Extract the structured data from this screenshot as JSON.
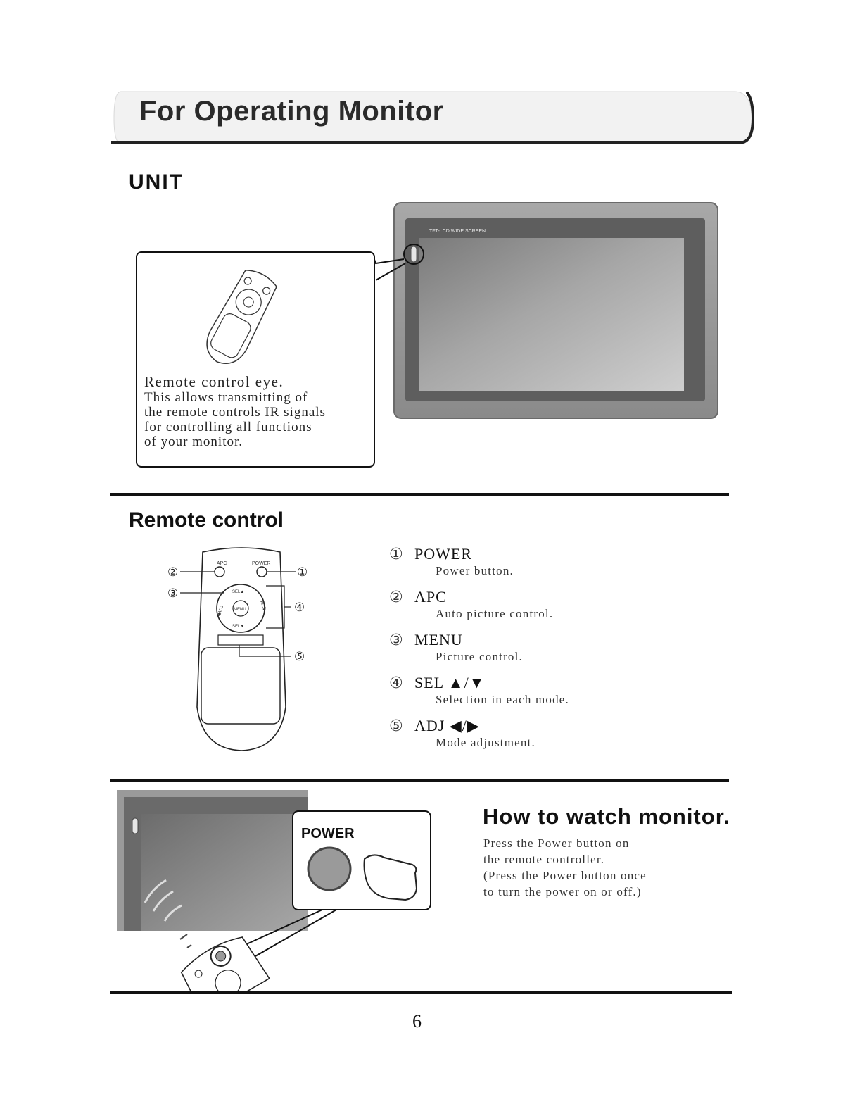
{
  "header": {
    "title": "For Operating Monitor"
  },
  "unit": {
    "heading": "UNIT",
    "monitor_label": "TFT-LCD WIDE SCREEN",
    "callout_lines": [
      "Remote control eye.",
      "This allows transmitting of",
      "the remote controls IR signals",
      "for controlling all functions",
      "of your monitor."
    ]
  },
  "remote": {
    "heading": "Remote control",
    "diagram_labels": {
      "apc": "APC",
      "power": "POWER",
      "sel_up": "SEL▲",
      "sel_down": "SEL▼",
      "menu": "MENU",
      "adj_left": "◀ADJ",
      "adj_right": "ADJ▶",
      "c1": "①",
      "c2": "②",
      "c3": "③",
      "c4": "④",
      "c5": "⑤"
    },
    "items": [
      {
        "num": "①",
        "title": "POWER",
        "desc": "Power button."
      },
      {
        "num": "②",
        "title": "APC",
        "desc": "Auto picture control."
      },
      {
        "num": "③",
        "title": "MENU",
        "desc": "Picture control."
      },
      {
        "num": "④",
        "title": "SEL ▲/▼",
        "desc": "Selection in each mode."
      },
      {
        "num": "⑤",
        "title": "ADJ ◀/▶",
        "desc": "Mode adjustment."
      }
    ]
  },
  "howto": {
    "heading": "How to watch monitor.",
    "power_label": "POWER",
    "lines": [
      "Press the Power button on",
      "the remote controller.",
      "(Press the Power button once",
      "to turn the power on or off.)"
    ]
  },
  "footer": {
    "page_number": "6"
  },
  "colors": {
    "text": "#1a1a1a",
    "rule": "#111111",
    "banner_fill": "#f0f0f0",
    "monitor_frame": "#9a9a9a",
    "screen": "#8c8c8c"
  }
}
